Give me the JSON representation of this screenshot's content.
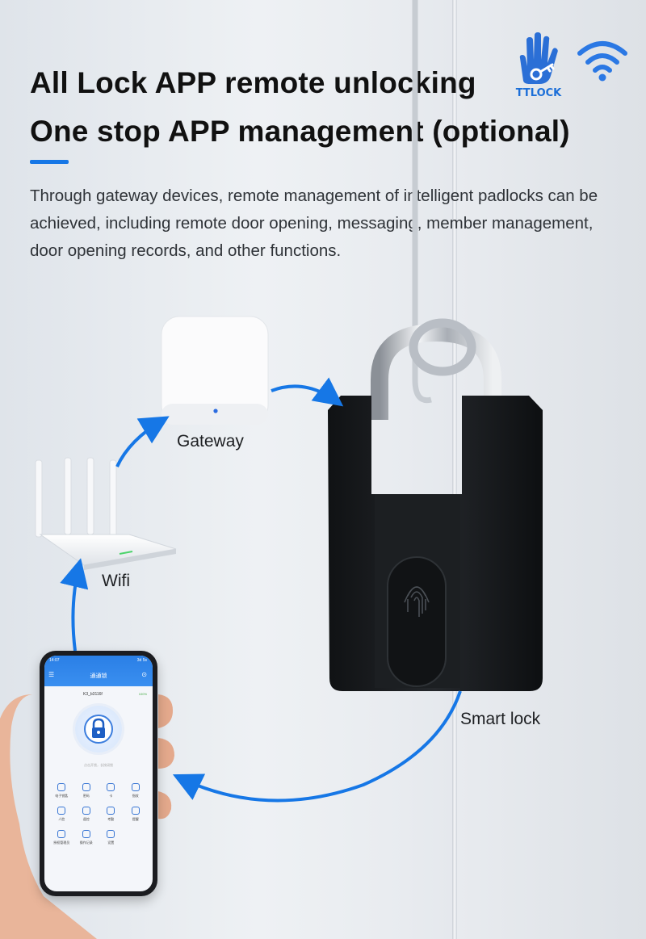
{
  "header": {
    "line1": "All Lock APP remote unlocking",
    "line2": "One stop APP management (optional)",
    "description": "Through gateway devices, remote management of intelligent padlocks can be achieved, including remote door opening, messaging, member management, door opening records, and other functions."
  },
  "brand": {
    "name": "TTLOCK",
    "color": "#1c6fd8"
  },
  "icons": [
    "ttlock-hand-key-icon",
    "wifi-icon",
    "fingerprint-icon",
    "lock-icon"
  ],
  "flow": {
    "gateway_label": "Gateway",
    "wifi_label": "Wifi",
    "lock_label": "Smart lock",
    "arrow_color": "#1677e6"
  },
  "phone_app": {
    "time": "14:07",
    "status": "3d 5s",
    "title": "通通锁",
    "lock_name": "K3_b3116f",
    "battery": "100%",
    "hint": "点击开锁，长按闭锁",
    "grid": [
      "电子钥匙",
      "密码",
      "卡",
      "指纹",
      "人脸",
      "遥控",
      "考勤",
      "提醒",
      "授权管理员",
      "操作记录",
      "设置"
    ]
  }
}
